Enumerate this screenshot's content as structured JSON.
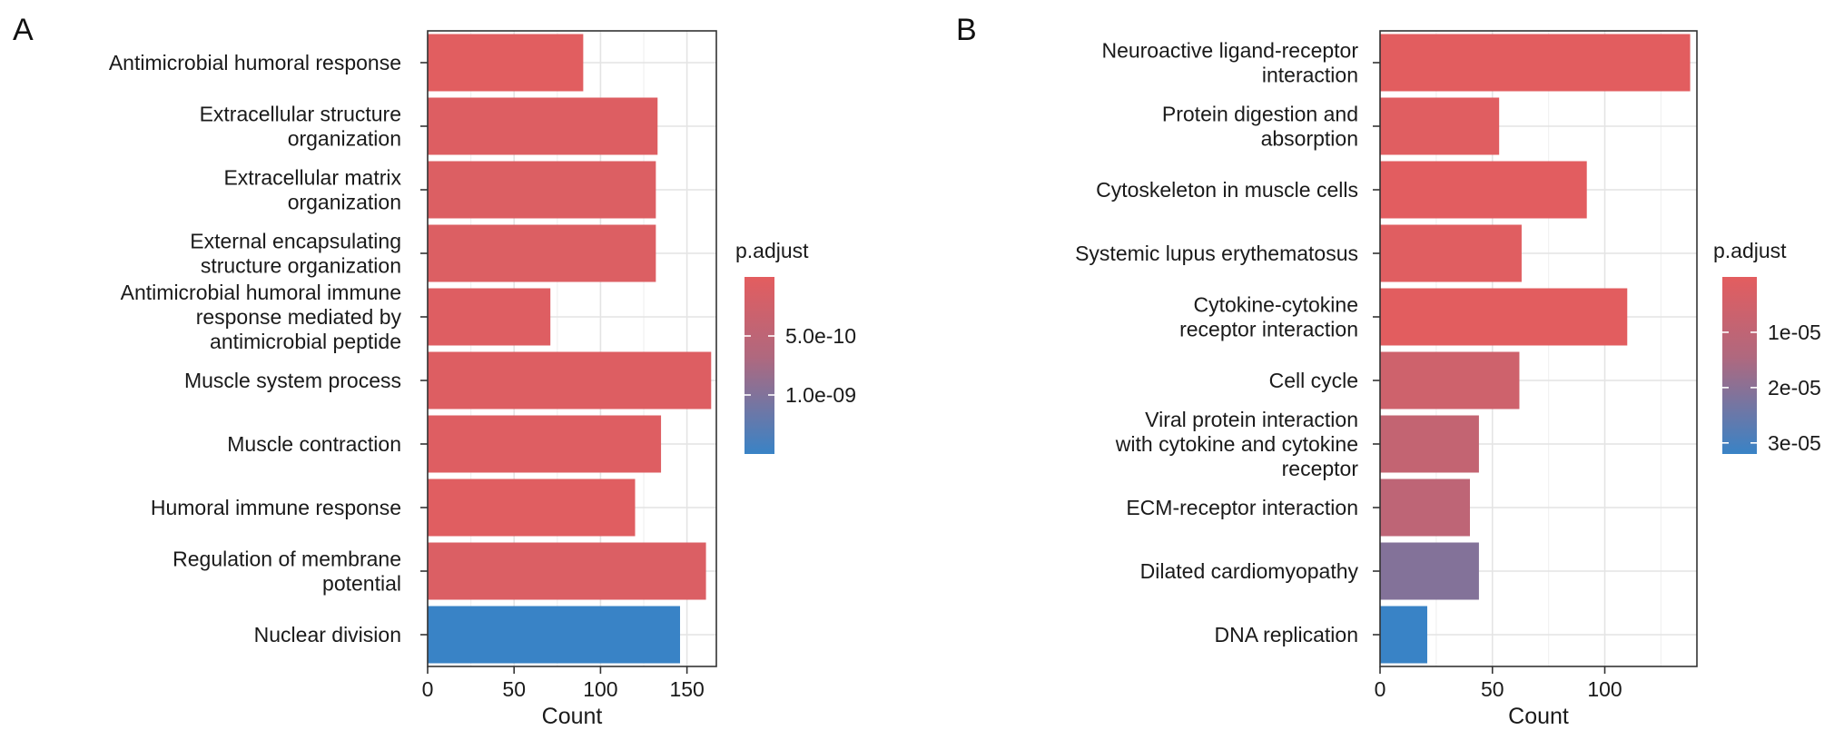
{
  "figure": {
    "panels": [
      {
        "letter": "A"
      },
      {
        "letter": "B"
      }
    ]
  },
  "chart_data": [
    {
      "type": "bar",
      "panel": "A",
      "orientation": "horizontal",
      "categories": [
        [
          "Antimicrobial humoral response"
        ],
        [
          "Extracellular structure",
          "organization"
        ],
        [
          "Extracellular matrix",
          "organization"
        ],
        [
          "External encapsulating",
          "structure organization"
        ],
        [
          "Antimicrobial humoral immune",
          "response mediated by",
          "antimicrobial peptide"
        ],
        [
          "Muscle system process"
        ],
        [
          "Muscle contraction"
        ],
        [
          "Humoral immune response"
        ],
        [
          "Regulation of membrane",
          "potential"
        ],
        [
          "Nuclear division"
        ]
      ],
      "values": [
        90,
        133,
        132,
        132,
        71,
        164,
        135,
        120,
        161,
        146
      ],
      "p_adjust": [
        2e-11,
        5e-11,
        6e-11,
        6e-11,
        4e-11,
        5e-11,
        4e-11,
        3e-11,
        7e-11,
        1.5e-09
      ],
      "xlabel": "Count",
      "xlim": [
        0,
        167
      ],
      "xticks": [
        0,
        50,
        100,
        150
      ],
      "grid": true,
      "legend": {
        "title": "p.adjust",
        "placement": "right",
        "range": [
          0,
          1.5e-09
        ],
        "ticks": [
          5e-10,
          1e-09
        ],
        "tick_labels": [
          "5.0e-10",
          "1.0e-09"
        ]
      },
      "colors": {
        "low": "#e35d5f",
        "high": "#3983c6"
      }
    },
    {
      "type": "bar",
      "panel": "B",
      "orientation": "horizontal",
      "categories": [
        [
          "Neuroactive ligand-receptor",
          "interaction"
        ],
        [
          "Protein digestion and",
          "absorption"
        ],
        [
          "Cytoskeleton in muscle cells"
        ],
        [
          "Systemic lupus erythematosus"
        ],
        [
          "Cytokine-cytokine",
          "receptor interaction"
        ],
        [
          "Cell cycle"
        ],
        [
          "Viral protein interaction",
          "with cytokine and cytokine",
          "receptor"
        ],
        [
          "ECM-receptor interaction"
        ],
        [
          "Dilated cardiomyopathy"
        ],
        [
          "DNA replication"
        ]
      ],
      "values": [
        138,
        53,
        92,
        63,
        110,
        62,
        44,
        40,
        44,
        21
      ],
      "p_adjust": [
        1e-07,
        5e-07,
        2e-07,
        5e-07,
        1e-07,
        4e-06,
        6e-06,
        7e-06,
        1.8e-05,
        3.2e-05
      ],
      "xlabel": "Count",
      "xlim": [
        0,
        141
      ],
      "xticks": [
        0,
        50,
        100
      ],
      "grid": true,
      "legend": {
        "title": "p.adjust",
        "placement": "right",
        "range": [
          0,
          3.2e-05
        ],
        "ticks": [
          1e-05,
          2e-05,
          3e-05
        ],
        "tick_labels": [
          "1e-05",
          "2e-05",
          "3e-05"
        ]
      },
      "colors": {
        "low": "#e35d5f",
        "high": "#3983c6"
      }
    }
  ]
}
